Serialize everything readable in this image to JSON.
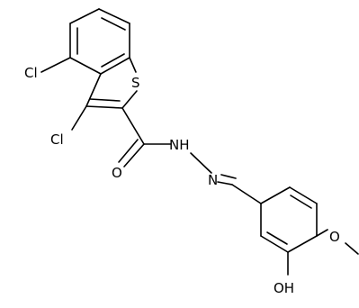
{
  "molecule": {
    "atoms": {
      "cl4": "Cl",
      "cl3": "Cl",
      "s1": "S",
      "o_carbonyl": "O",
      "nh": "NH",
      "n_imine": "N",
      "o_methoxy": "O",
      "oh": "OH"
    }
  }
}
